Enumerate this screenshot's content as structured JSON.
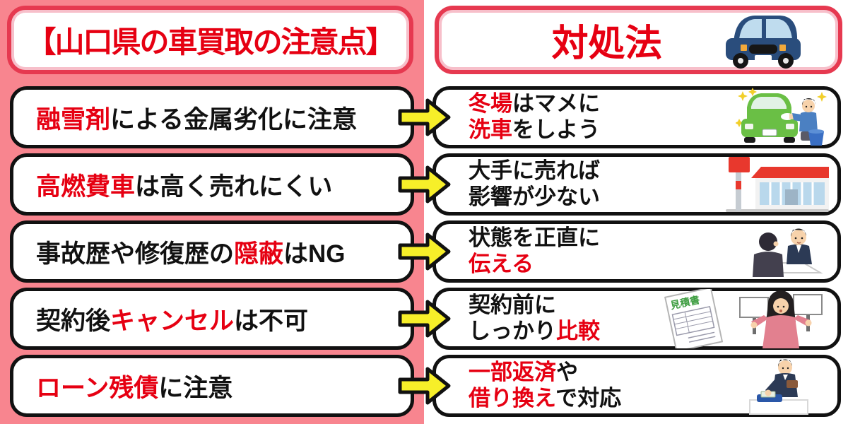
{
  "colors": {
    "red": "#e60012",
    "black": "#111111",
    "bg_left": "#85abf0",
    "bg_right": "#f8858f",
    "title_border": "#e63950",
    "arrow_yellow": "#f7ef29",
    "row_border": "#111111"
  },
  "header": {
    "left": {
      "label": "【山口県の車買取の注意点】"
    },
    "right": {
      "label": "対処法",
      "icon": "blue-car-icon"
    }
  },
  "arrow_icon": "yellow-right-arrow-icon",
  "rows": [
    {
      "problem": {
        "segments": [
          {
            "text": "融雪剤",
            "color": "red"
          },
          {
            "text": "による金属劣化に注意",
            "color": "black"
          }
        ]
      },
      "solution": {
        "lines": [
          [
            {
              "text": "冬場",
              "color": "red"
            },
            {
              "text": "はマメに",
              "color": "black"
            }
          ],
          [
            {
              "text": "洗車",
              "color": "red"
            },
            {
              "text": "をしよう",
              "color": "black"
            }
          ]
        ],
        "icon": "car-wash-illustration"
      }
    },
    {
      "problem": {
        "segments": [
          {
            "text": "高燃費車",
            "color": "red"
          },
          {
            "text": "は高く売れにくい",
            "color": "black"
          }
        ]
      },
      "solution": {
        "lines": [
          [
            {
              "text": "大手に売れば",
              "color": "black"
            }
          ],
          [
            {
              "text": "影響が少ない",
              "color": "black"
            }
          ]
        ],
        "icon": "dealership-illustration"
      }
    },
    {
      "problem": {
        "segments": [
          {
            "text": "事故歴や修復歴の",
            "color": "black"
          },
          {
            "text": "隠蔽",
            "color": "red"
          },
          {
            "text": "はNG",
            "color": "black"
          }
        ]
      },
      "solution": {
        "lines": [
          [
            {
              "text": "状態を正直に",
              "color": "black"
            }
          ],
          [
            {
              "text": "伝える",
              "color": "red"
            }
          ]
        ],
        "icon": "negotiation-illustration"
      }
    },
    {
      "problem": {
        "segments": [
          {
            "text": "契約後",
            "color": "black"
          },
          {
            "text": "キャンセル",
            "color": "red"
          },
          {
            "text": "は不可",
            "color": "black"
          }
        ]
      },
      "solution": {
        "lines": [
          [
            {
              "text": "契約前に",
              "color": "black"
            }
          ],
          [
            {
              "text": "しっかり",
              "color": "black"
            },
            {
              "text": "比較",
              "color": "red"
            }
          ]
        ],
        "icon": "estimate-compare-illustration",
        "document_label": "見積書"
      }
    },
    {
      "problem": {
        "segments": [
          {
            "text": "ローン残債",
            "color": "red"
          },
          {
            "text": "に注意",
            "color": "black"
          }
        ]
      },
      "solution": {
        "lines": [
          [
            {
              "text": "一部返済",
              "color": "red"
            },
            {
              "text": "や",
              "color": "black"
            }
          ],
          [
            {
              "text": "借り換え",
              "color": "red"
            },
            {
              "text": "で対応",
              "color": "black"
            }
          ]
        ],
        "icon": "payment-illustration"
      }
    }
  ]
}
